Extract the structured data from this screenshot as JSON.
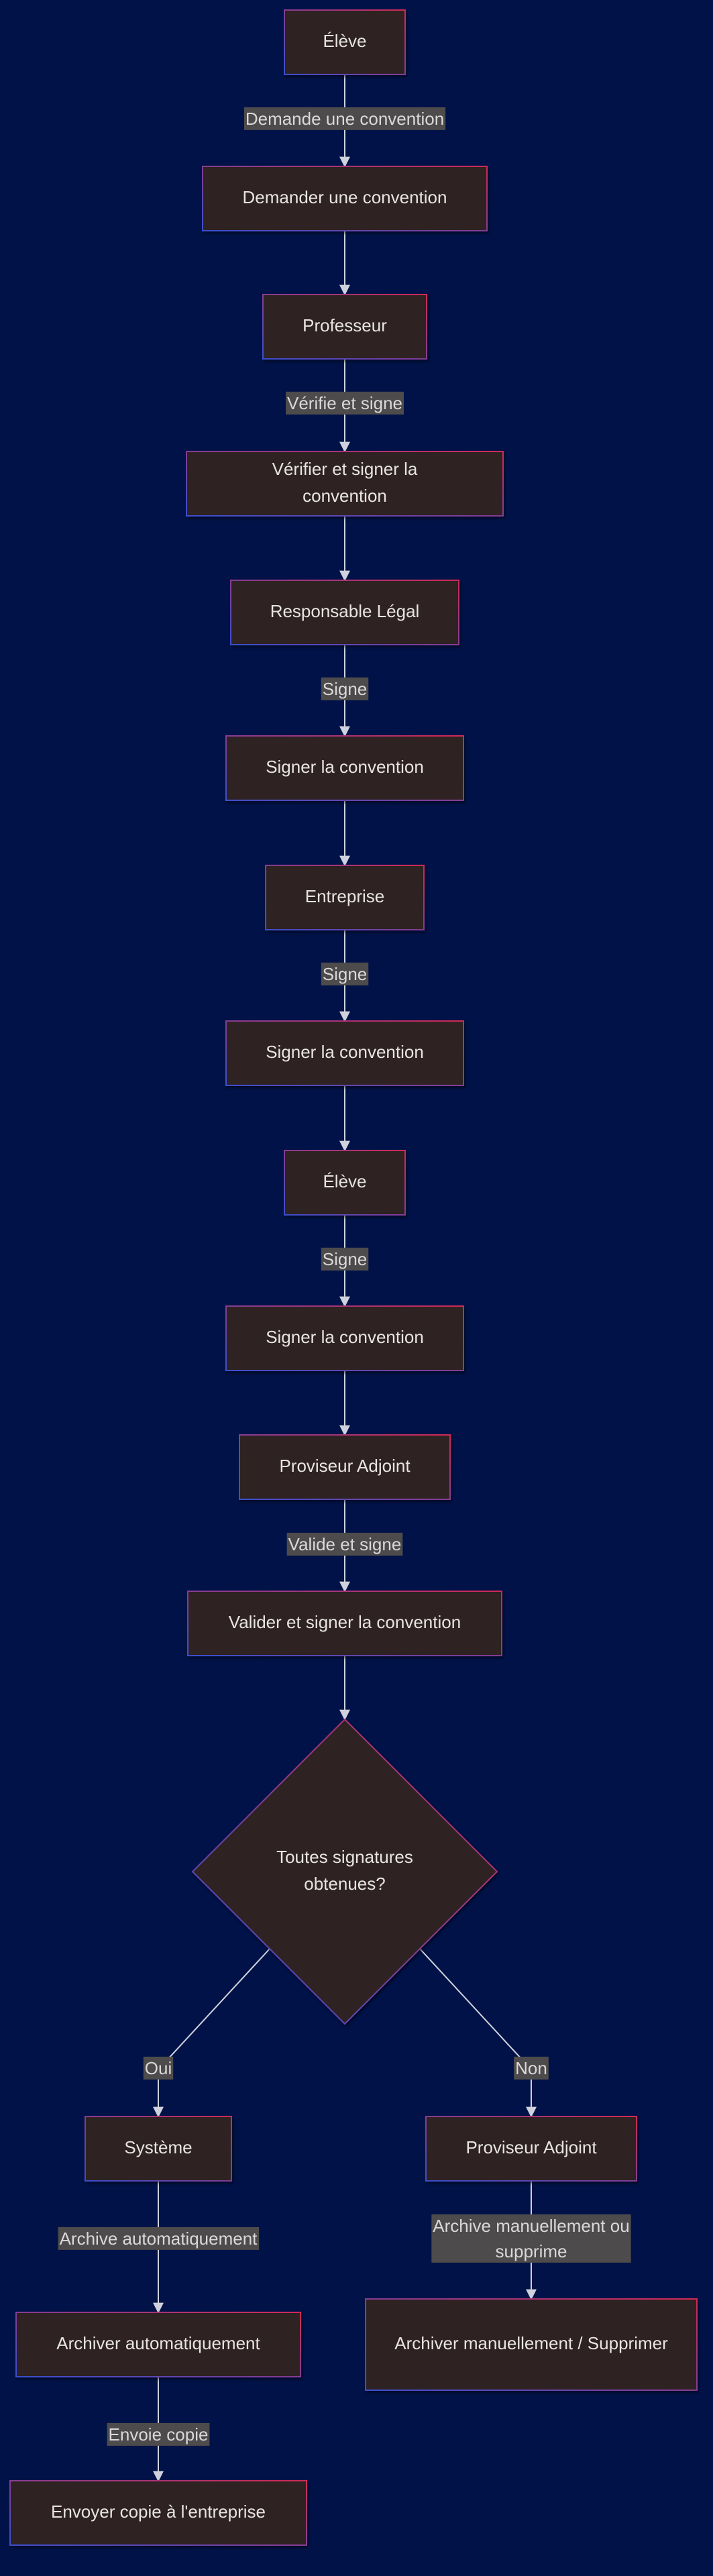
{
  "diagram": {
    "nodes": [
      {
        "id": "eleve1",
        "label": "Élève",
        "shape": "box"
      },
      {
        "id": "demander",
        "label": "Demander une convention",
        "shape": "box"
      },
      {
        "id": "professeur",
        "label": "Professeur",
        "shape": "box"
      },
      {
        "id": "verifier",
        "label": "Vérifier et signer la convention",
        "shape": "box"
      },
      {
        "id": "responsable",
        "label": "Responsable Légal",
        "shape": "box"
      },
      {
        "id": "signer1",
        "label": "Signer la convention",
        "shape": "box"
      },
      {
        "id": "entreprise",
        "label": "Entreprise",
        "shape": "box"
      },
      {
        "id": "signer2",
        "label": "Signer la convention",
        "shape": "box"
      },
      {
        "id": "eleve2",
        "label": "Élève",
        "shape": "box"
      },
      {
        "id": "signer3",
        "label": "Signer la convention",
        "shape": "box"
      },
      {
        "id": "proviseur1",
        "label": "Proviseur Adjoint",
        "shape": "box"
      },
      {
        "id": "valider",
        "label": "Valider et signer la convention",
        "shape": "box"
      },
      {
        "id": "decision",
        "label": "Toutes signatures obtenues?",
        "shape": "diamond"
      },
      {
        "id": "systeme",
        "label": "Système",
        "shape": "box"
      },
      {
        "id": "proviseur2",
        "label": "Proviseur Adjoint",
        "shape": "box"
      },
      {
        "id": "archiver_auto",
        "label": "Archiver automatiquement",
        "shape": "box"
      },
      {
        "id": "archiver_manuel",
        "label": "Archiver manuellement / Supprimer",
        "shape": "box"
      },
      {
        "id": "envoyer",
        "label": "Envoyer copie à l'entreprise",
        "shape": "box"
      }
    ],
    "edges": [
      {
        "from": "eleve1",
        "to": "demander",
        "label": "Demande une convention"
      },
      {
        "from": "demander",
        "to": "professeur",
        "label": ""
      },
      {
        "from": "professeur",
        "to": "verifier",
        "label": "Vérifie et signe"
      },
      {
        "from": "verifier",
        "to": "responsable",
        "label": ""
      },
      {
        "from": "responsable",
        "to": "signer1",
        "label": "Signe"
      },
      {
        "from": "signer1",
        "to": "entreprise",
        "label": ""
      },
      {
        "from": "entreprise",
        "to": "signer2",
        "label": "Signe"
      },
      {
        "from": "signer2",
        "to": "eleve2",
        "label": ""
      },
      {
        "from": "eleve2",
        "to": "signer3",
        "label": "Signe"
      },
      {
        "from": "signer3",
        "to": "proviseur1",
        "label": ""
      },
      {
        "from": "proviseur1",
        "to": "valider",
        "label": "Valide et signe"
      },
      {
        "from": "valider",
        "to": "decision",
        "label": ""
      },
      {
        "from": "decision",
        "to": "systeme",
        "label": "Oui"
      },
      {
        "from": "decision",
        "to": "proviseur2",
        "label": "Non"
      },
      {
        "from": "systeme",
        "to": "archiver_auto",
        "label": "Archive automatiquement"
      },
      {
        "from": "proviseur2",
        "to": "archiver_manuel",
        "label": "Archive manuellement ou supprime"
      },
      {
        "from": "archiver_auto",
        "to": "envoyer",
        "label": "Envoie copie"
      }
    ],
    "colors": {
      "background": "#001247",
      "node_fill": "#2e2424",
      "node_border_start": "#3b4fd0",
      "node_border_end": "#d02a56",
      "edge": "#cfd2dc",
      "label_background": "#4d4b4b",
      "text": "#e8e4e4"
    }
  }
}
